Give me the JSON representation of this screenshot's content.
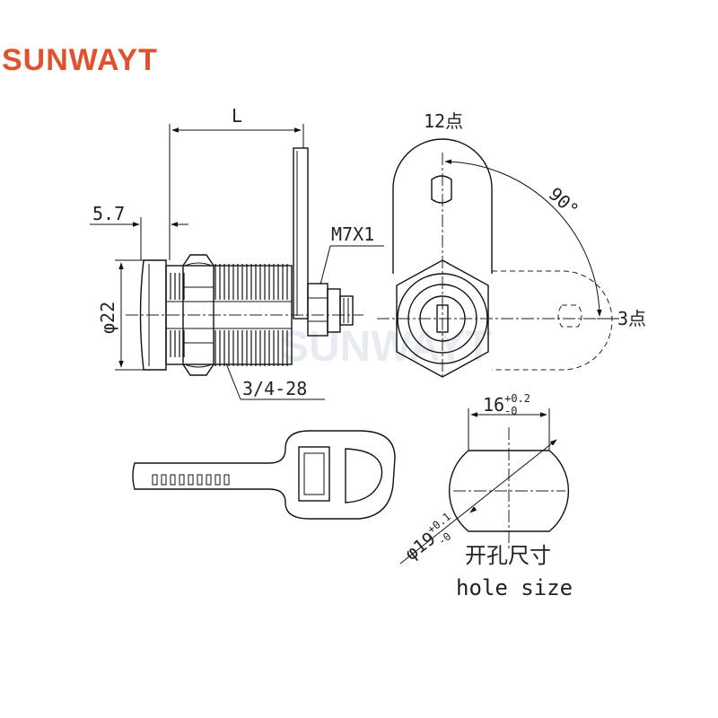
{
  "brand": {
    "name": "SUNWAYT",
    "color": "#e0522d"
  },
  "watermark": "SUNWAYT",
  "side_view": {
    "length_label": "L",
    "offset_label": "5.7",
    "nut_thread_label": "M7X1",
    "diameter_label": "φ22",
    "body_thread_label": "3/4-28"
  },
  "front_view": {
    "top_position_label": "12点",
    "angle_label": "90°",
    "side_position_label": "3点"
  },
  "hole": {
    "width_main": "16",
    "width_tol_upper": "+0.2",
    "width_tol_lower": "-0",
    "diameter_main": "φ19",
    "diameter_tol_upper": "+0.1",
    "diameter_tol_lower": "-0",
    "caption_cn": "开孔尺寸",
    "caption_en": "hole size"
  },
  "icons": {
    "key": "key-icon"
  }
}
